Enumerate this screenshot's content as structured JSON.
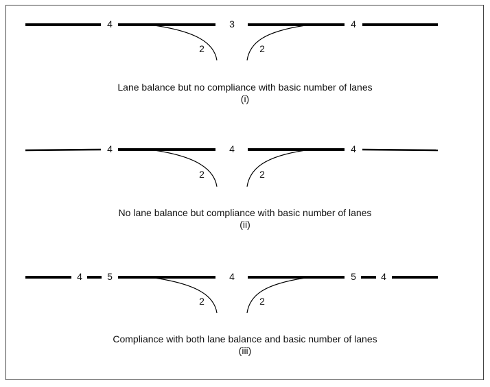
{
  "panels": [
    {
      "caption": "Lane balance but no compliance with basic number of lanes",
      "numeral": "(i)",
      "labels": {
        "left_a": "",
        "left_b": "4",
        "middle": "3",
        "right_a": "4",
        "right_b": "",
        "exit_ramp": "2",
        "entry_ramp": "2"
      }
    },
    {
      "caption": "No lane balance but compliance with basic number of lanes",
      "numeral": "(ii)",
      "labels": {
        "left_a": "",
        "left_b": "4",
        "middle": "4",
        "right_a": "4",
        "right_b": "",
        "exit_ramp": "2",
        "entry_ramp": "2"
      }
    },
    {
      "caption": "Compliance with both lane balance and basic number of lanes",
      "numeral": "(iii)",
      "labels": {
        "left_a": "4",
        "left_b": "5",
        "middle": "4",
        "right_a": "5",
        "right_b": "4",
        "exit_ramp": "2",
        "entry_ramp": "2"
      }
    }
  ]
}
